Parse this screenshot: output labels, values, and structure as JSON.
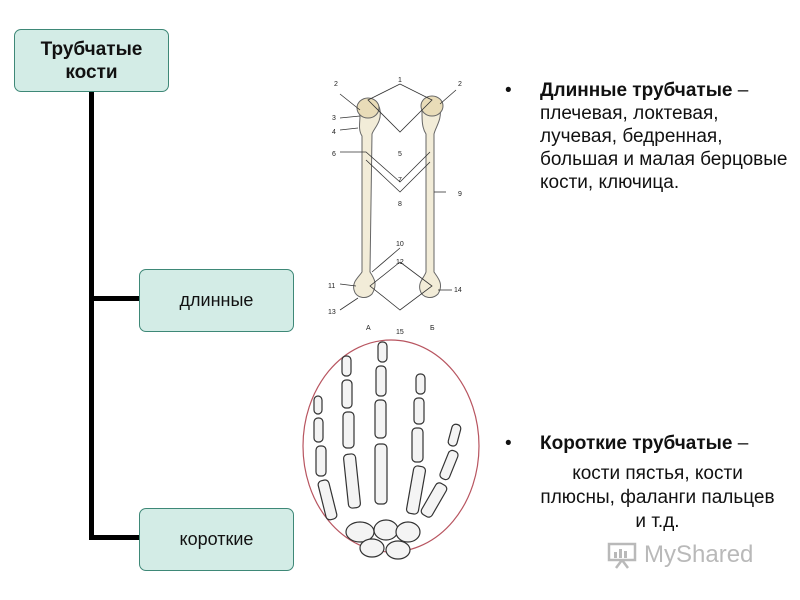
{
  "tree": {
    "root_label": "Трубчатые кости",
    "child_long": "длинные",
    "child_short": "короткие"
  },
  "bullets": {
    "long_title": "Длинные трубчатые",
    "long_dash": " –",
    "long_text": "плечевая, локтевая, лучевая, бедренная, большая и малая берцовые кости, ключица.",
    "short_title": "Короткие трубчатые",
    "short_dash": " –",
    "short_text": "кости пястья, кости плюсны, фаланги пальцев и т.д."
  },
  "bone_labels": {
    "n1": "1",
    "n2a": "2",
    "n2b": "2",
    "n3": "3",
    "n4": "4",
    "n5": "5",
    "n6": "6",
    "n7": "7",
    "n8": "8",
    "n9": "9",
    "n10": "10",
    "n11": "11",
    "n12": "12",
    "n13": "13",
    "n14": "14",
    "n15": "15",
    "nA": "A",
    "nB": "Б"
  },
  "watermark": {
    "text": "MyShared"
  }
}
